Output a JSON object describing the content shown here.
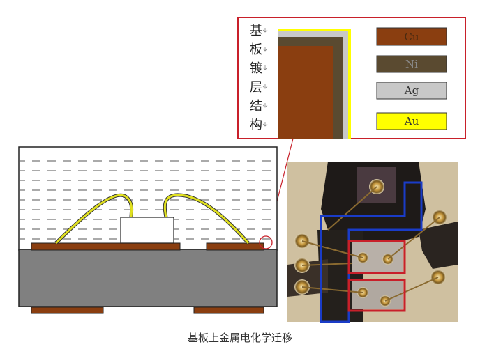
{
  "inset": {
    "vertical_title": [
      "基",
      "板",
      "镀",
      "层",
      "结",
      "构"
    ],
    "legend": [
      {
        "label": "Cu",
        "color": "#8a3e10"
      },
      {
        "label": "Ni",
        "color": "#5a4a30"
      },
      {
        "label": "Ag",
        "color": "#c8c8c8"
      },
      {
        "label": "Au",
        "color": "#ffff00"
      }
    ],
    "frame_color": "#c8202a"
  },
  "package": {
    "mold_color": "#ffffff",
    "substrate_color": "#808080",
    "pad_color": "#8a3e10",
    "wire_color": "#e0e020",
    "die_color": "#ffffff"
  },
  "photo": {
    "highlight_blue": "#1a3cc8",
    "highlight_red": "#c8202a"
  },
  "caption": "基板上金属电化学迁移"
}
